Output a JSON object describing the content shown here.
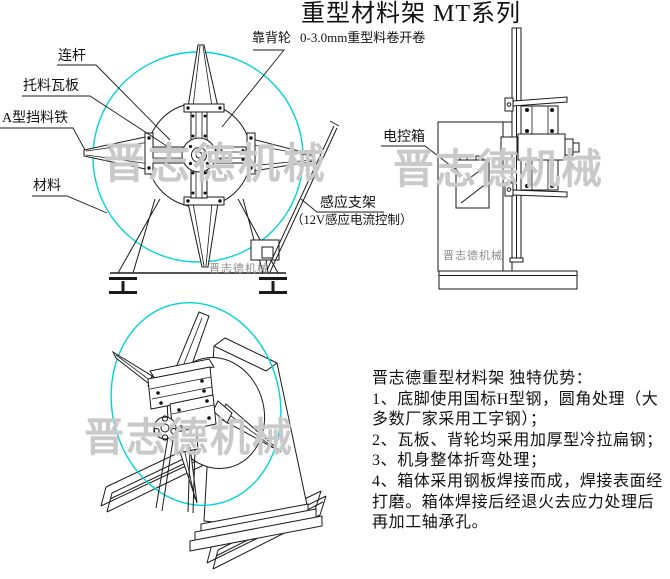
{
  "title": "重型材料架 MT系列",
  "subtitle": {
    "wheel_label": "靠背轮",
    "spec": "0-3.0mm重型料卷开卷"
  },
  "front_view": {
    "labels": {
      "connecting_rod": "连杆",
      "support_plate": "托料瓦板",
      "a_type_stop": "A型挡料铁",
      "material": "材料",
      "sensor_bracket": "感应支架",
      "sensor_note": "（12V感应电流控制）"
    },
    "brand_mark": "晋志德机械"
  },
  "side_view": {
    "labels": {
      "electric_control_box": "电控箱"
    },
    "brand_mark": "晋志德机械"
  },
  "watermark": {
    "text": "晋志德机械"
  },
  "advantages": {
    "lines": [
      "晋志德重型材料架 独特优势：",
      "1、底脚使用国标H型钢，圆角处理（大",
      "多数厂家采用工字钢）；",
      "2、瓦板、背轮均采用加厚型冷拉扁钢；",
      "3、机身整体折弯处理；",
      "4、箱体采用钢板焊接而成，焊接表面经",
      "打磨。箱体焊接后经退火去应力处理后",
      "再加工轴承孔。"
    ]
  },
  "colors": {
    "coil_outline": "#00d5d5",
    "line": "#1a1a1a",
    "watermark": "#c9c9c9",
    "brand_small": "#8a8a8a"
  }
}
